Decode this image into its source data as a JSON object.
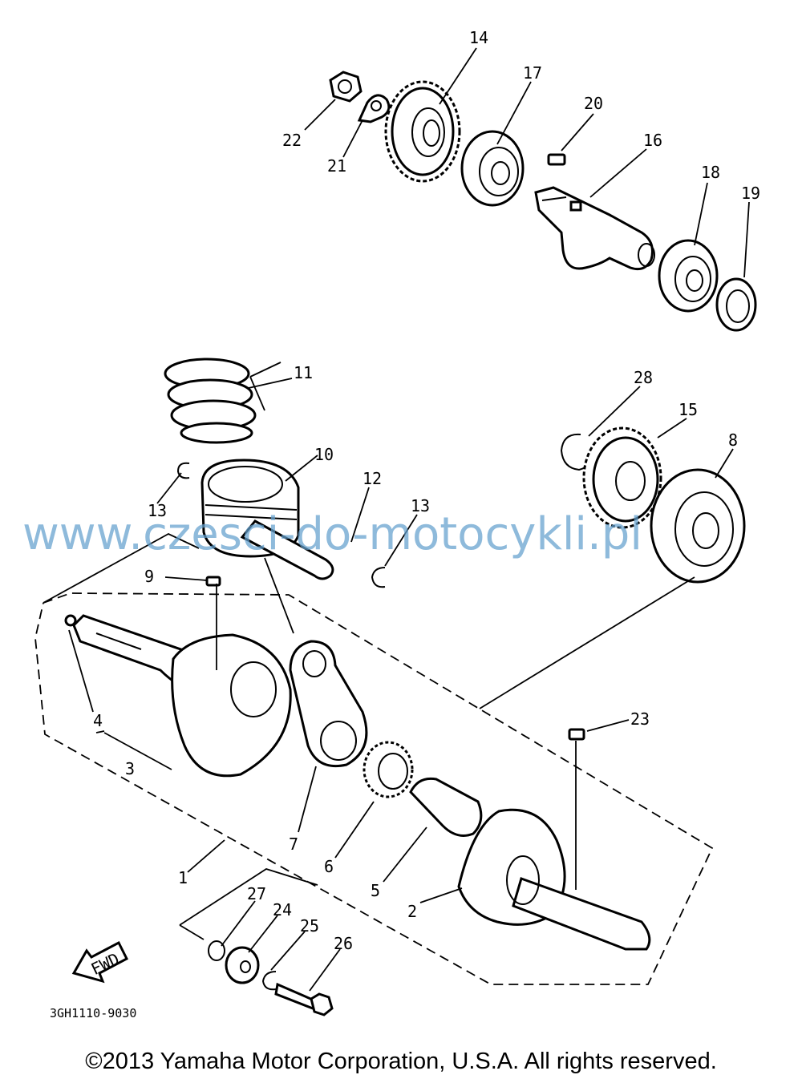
{
  "labels": [
    "1",
    "2",
    "3",
    "4",
    "5",
    "6",
    "7",
    "8",
    "9",
    "10",
    "11",
    "12",
    "13",
    "13",
    "14",
    "15",
    "16",
    "17",
    "18",
    "19",
    "20",
    "21",
    "22",
    "23",
    "24",
    "25",
    "26",
    "27",
    "28"
  ],
  "fwd_label": "FWD",
  "diagram_code": "3GH1110-9030",
  "watermark": "www.czesci-do-motocykli.pl",
  "copyright": "©2013 Yamaha Motor Corporation, U.S.A. All rights reserved.",
  "colors": {
    "ink": "#000000",
    "watermark": "#62a0cd",
    "background": "#ffffff"
  }
}
